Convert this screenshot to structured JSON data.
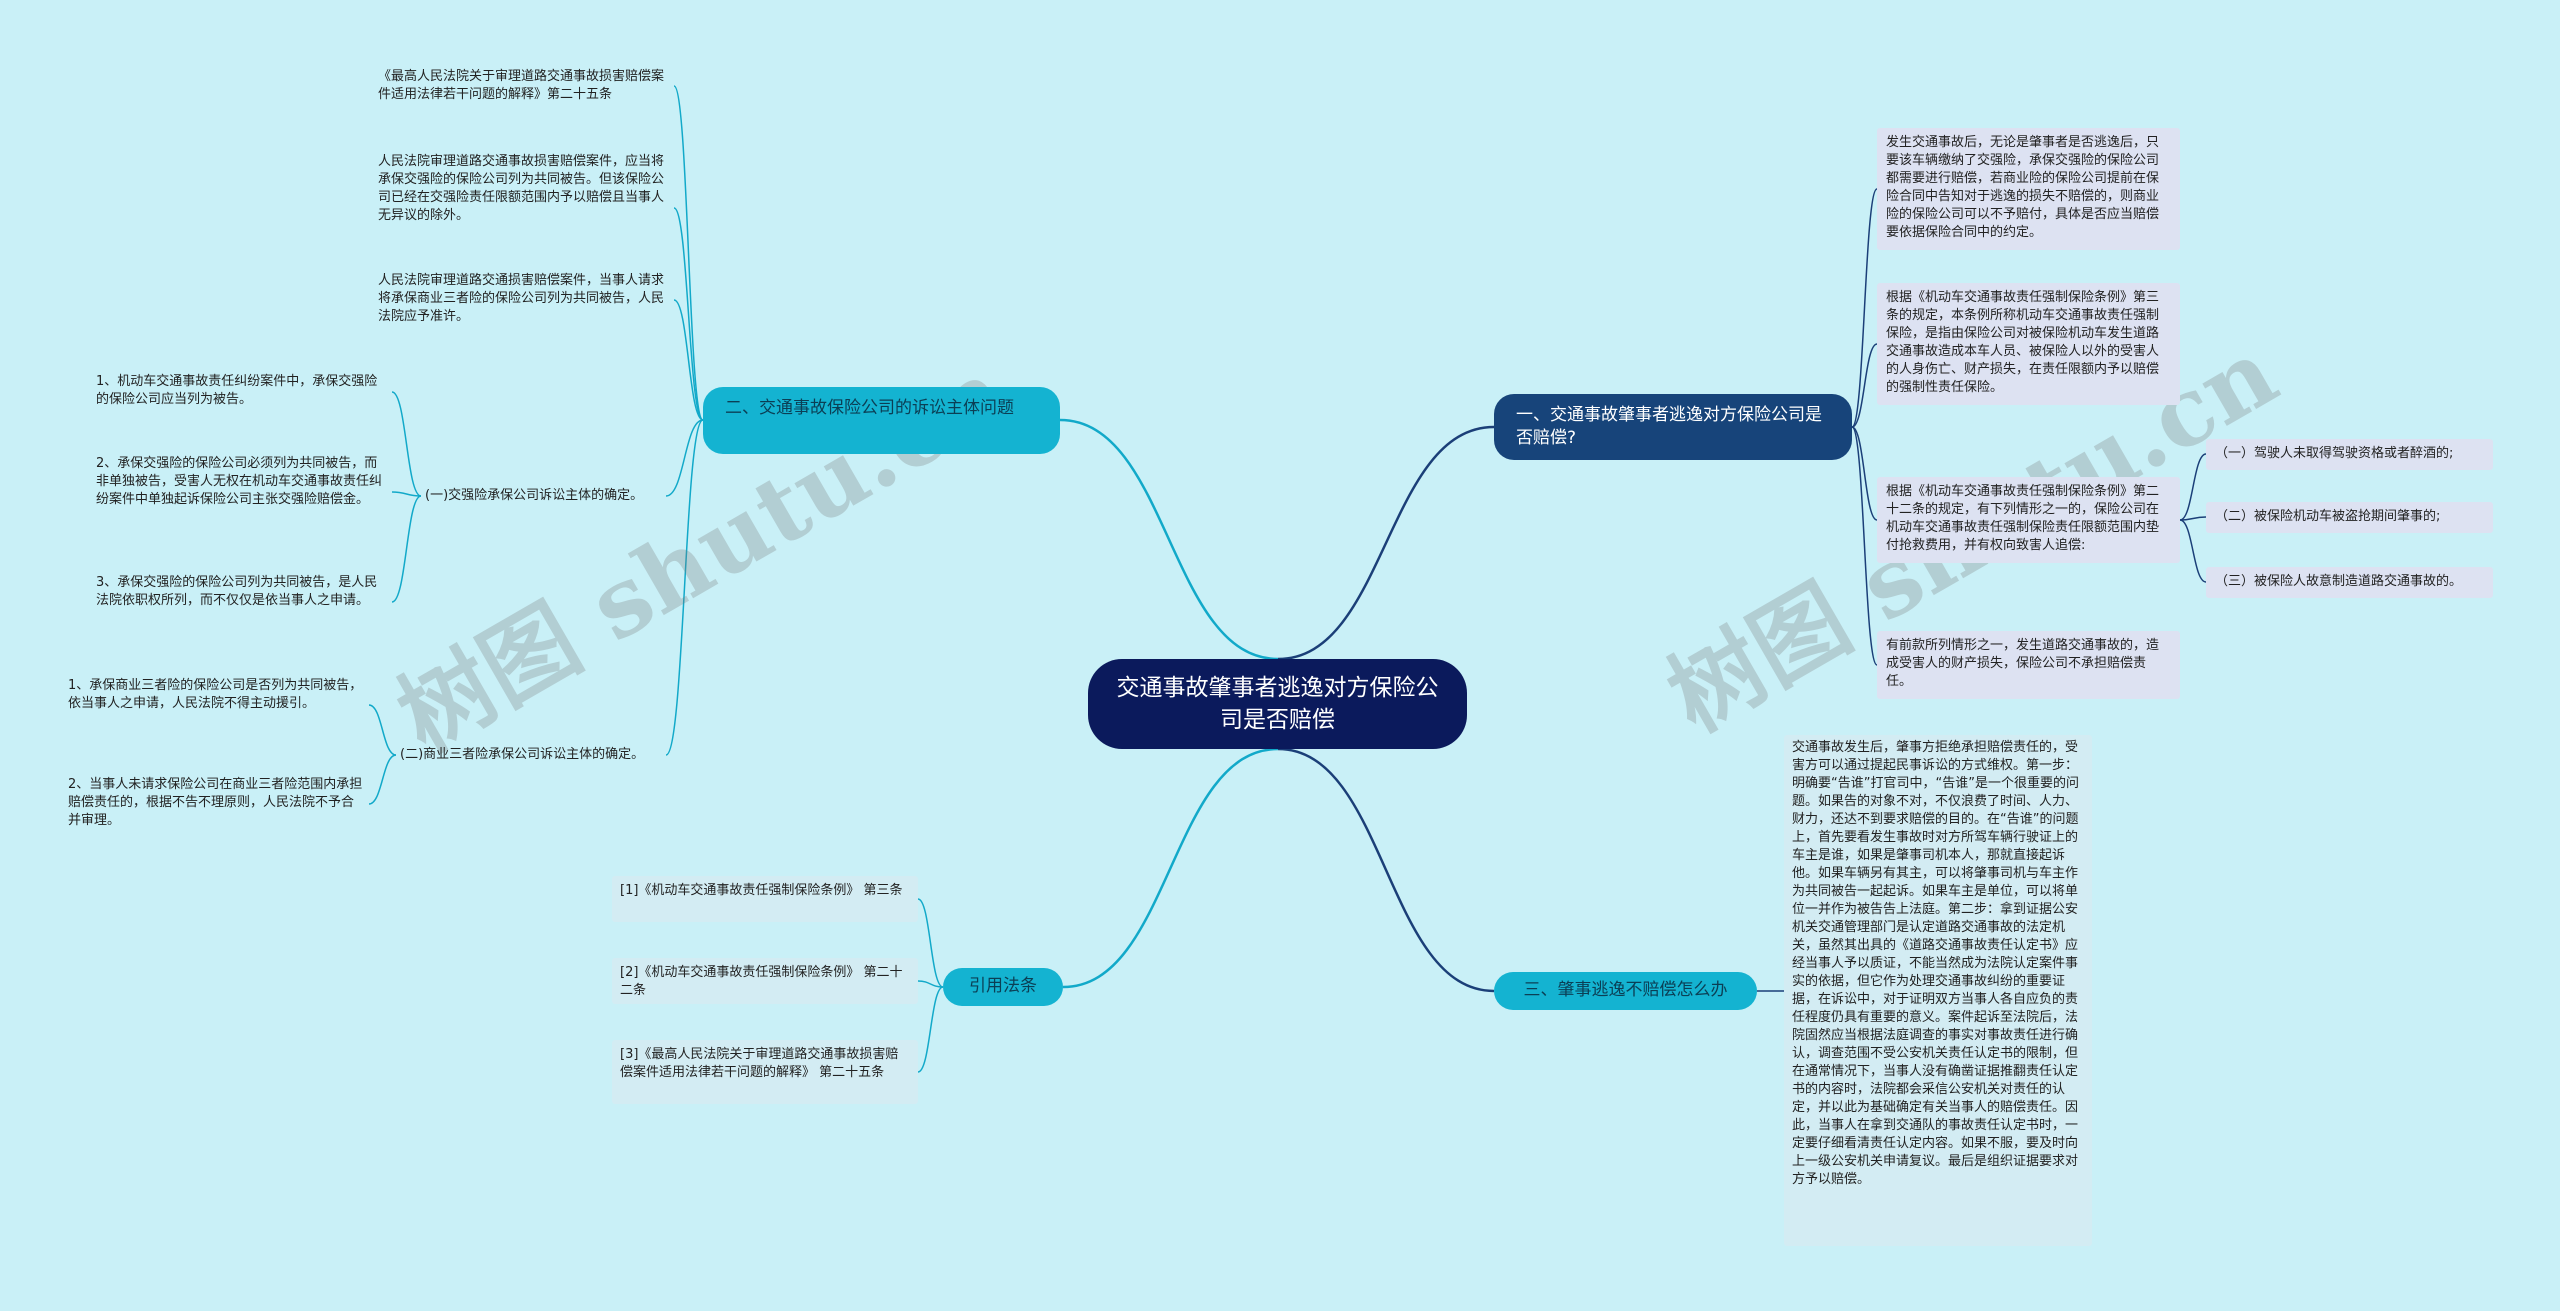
{
  "watermark_text": "树图 shutu.cn",
  "colors": {
    "background": "#c9f0f7",
    "root": "#0b1a5c",
    "branch_dark": "#17447a",
    "branch_light": "#14b3d1",
    "line_dark": "#1b3f78",
    "line_light": "#12a9c9"
  },
  "root": {
    "label": "交通事故肇事者逃逸对方保险公司是否赔偿"
  },
  "branch1": {
    "label": "一、交通事故肇事者逃逸对方保险公司是否赔偿?",
    "items": [
      "发生交通事故后，无论是肇事者是否逃逸后，只要该车辆缴纳了交强险，承保交强险的保险公司都需要进行赔偿，若商业险的保险公司提前在保险合同中告知对于逃逸的损失不赔偿的，则商业险的保险公司可以不予赔付，具体是否应当赔偿要依据保险合同中的约定。",
      "根据《机动车交通事故责任强制保险条例》第三条的规定，本条例所称机动车交通事故责任强制保险，是指由保险公司对被保险机动车发生道路交通事故造成本车人员、被保险人以外的受害人的人身伤亡、财产损失，在责任限额内予以赔偿的强制性责任保险。",
      "根据《机动车交通事故责任强制保险条例》第二十二条的规定，有下列情形之一的，保险公司在机动车交通事故责任强制保险责任限额范围内垫付抢救费用，并有权向致害人追偿:",
      "有前款所列情形之一，发生道路交通事故的，造成受害人的财产损失，保险公司不承担赔偿责任。"
    ],
    "subitems": [
      "（一）驾驶人未取得驾驶资格或者醉酒的;",
      "（二）被保险机动车被盗抢期间肇事的;",
      "（三）被保险人故意制造道路交通事故的。"
    ]
  },
  "branch2": {
    "label": "二、交通事故保险公司的诉讼主体问题",
    "items": [
      "《最高人民法院关于审理道路交通事故损害赔偿案件适用法律若干问题的解释》第二十五条",
      "人民法院审理道路交通事故损害赔偿案件，应当将承保交强险的保险公司列为共同被告。但该保险公司已经在交强险责任限额范围内予以赔偿且当事人无异议的除外。",
      "人民法院审理道路交通损害赔偿案件，当事人请求将承保商业三者险的保险公司列为共同被告，人民法院应予准许。"
    ],
    "sub1": {
      "label": "(一)交强险承保公司诉讼主体的确定。",
      "items": [
        "1、机动车交通事故责任纠纷案件中，承保交强险的保险公司应当列为被告。",
        "2、承保交强险的保险公司必须列为共同被告，而非单独被告，受害人无权在机动车交通事故责任纠纷案件中单独起诉保险公司主张交强险赔偿金。",
        "3、承保交强险的保险公司列为共同被告，是人民法院依职权所列，而不仅仅是依当事人之申请。"
      ]
    },
    "sub2": {
      "label": "(二)商业三者险承保公司诉讼主体的确定。",
      "items": [
        "1、承保商业三者险的保险公司是否列为共同被告，依当事人之申请，人民法院不得主动援引。",
        "2、当事人未请求保险公司在商业三者险范围内承担赔偿责任的，根据不告不理原则，人民法院不予合并审理。"
      ]
    }
  },
  "branch3": {
    "label": "三、肇事逃逸不赔偿怎么办",
    "text": "交通事故发生后，肇事方拒绝承担赔偿责任的，受害方可以通过提起民事诉讼的方式维权。第一步：明确要“告谁”打官司中，“告谁”是一个很重要的问题。如果告的对象不对，不仅浪费了时间、人力、财力，还达不到要求赔偿的目的。在“告谁”的问题上，首先要看发生事故时对方所驾车辆行驶证上的车主是谁，如果是肇事司机本人，那就直接起诉他。如果车辆另有其主，可以将肇事司机与车主作为共同被告一起起诉。如果车主是单位，可以将单位一并作为被告告上法庭。第二步：拿到证据公安机关交通管理部门是认定道路交通事故的法定机关，虽然其出具的《道路交通事故责任认定书》应经当事人予以质证，不能当然成为法院认定案件事实的依据，但它作为处理交通事故纠纷的重要证据，在诉讼中，对于证明双方当事人各自应负的责任程度仍具有重要的意义。案件起诉至法院后，法院固然应当根据法庭调查的事实对事故责任进行确认，调查范围不受公安机关责任认定书的限制，但在通常情况下，当事人没有确凿证据推翻责任认定书的内容时，法院都会采信公安机关对责任的认定，并以此为基础确定有关当事人的赔偿责任。因此，当事人在拿到交通队的事故责任认定书时，一定要仔细看清责任认定内容。如果不服，要及时向上一级公安机关申请复议。最后是组织证据要求对方予以赔偿。"
  },
  "branch4": {
    "label": "引用法条",
    "items": [
      "[1]《机动车交通事故责任强制保险条例》 第三条",
      "[2]《机动车交通事故责任强制保险条例》 第二十二条",
      "[3]《最高人民法院关于审理道路交通事故损害赔偿案件适用法律若干问题的解释》 第二十五条"
    ]
  }
}
